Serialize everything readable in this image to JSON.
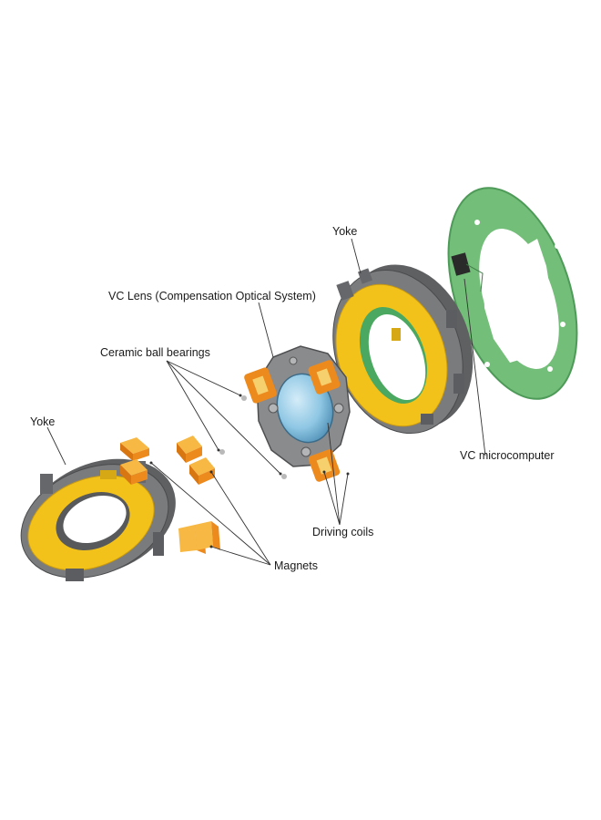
{
  "labels": {
    "yoke_right": "Yoke",
    "vc_lens": "VC Lens (Compensation Optical System)",
    "ceramic": "Ceramic ball bearings",
    "yoke_left": "Yoke",
    "microcomputer": "VC microcomputer",
    "coils": "Driving coils",
    "magnets": "Magnets"
  },
  "colors": {
    "yoke_yellow": "#f2c21b",
    "housing_gray": "#77787a",
    "magnet_orange": "#ec8a1e",
    "magnet_face": "#f7b944",
    "pcb_green": "#78c27c",
    "lens_blue": "#8fc7e4",
    "inner_green": "#58b66c"
  }
}
